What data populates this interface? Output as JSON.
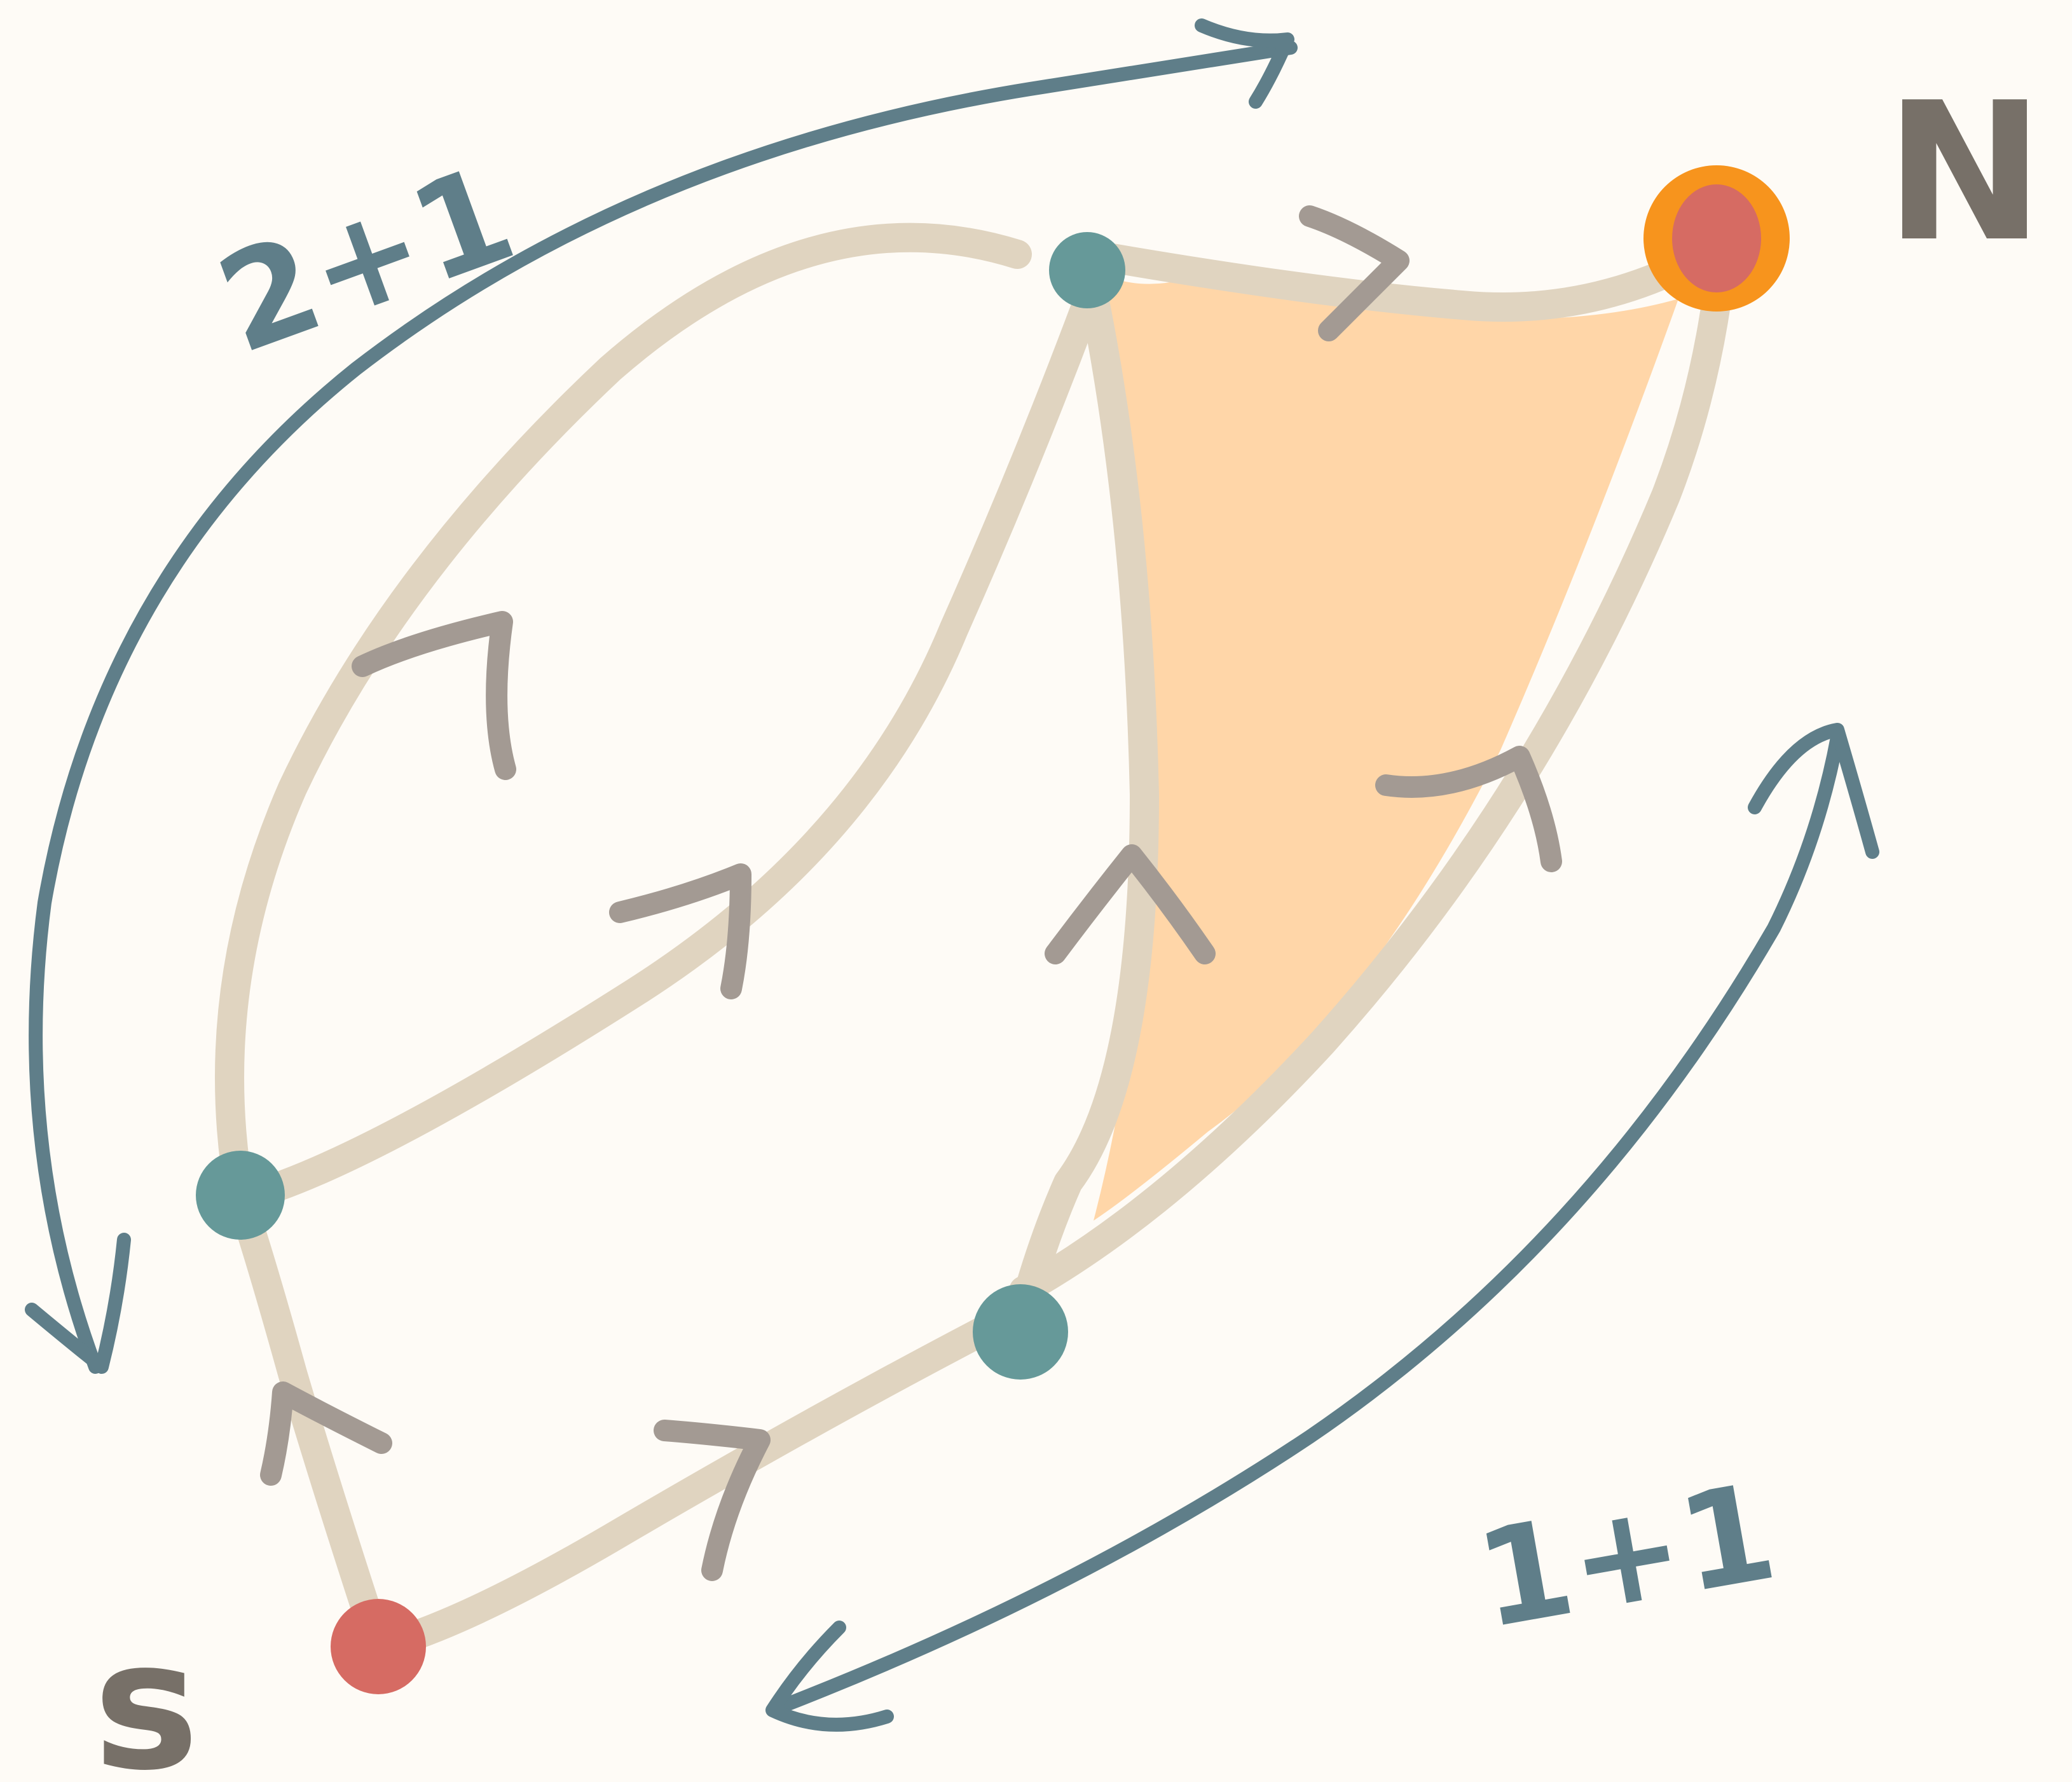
{
  "diagram": {
    "source_label": "s",
    "target_label": "N",
    "cut_count_top": "2+1",
    "cut_count_bottom": "1+1"
  },
  "colors": {
    "background": "#FEFBF6",
    "edge": "#E0D4C0",
    "arrowhead": "#A39A93",
    "inner_node": "#669999",
    "source_node": "#D66B63",
    "target_node_fill": "#D66B63",
    "target_node_ring": "#F7941D",
    "shaded_region": "#FFD6A8",
    "annotation": "#5F7E89",
    "label_text": "#777068"
  },
  "icons": {
    "edge_direction": "chevron-arrowhead",
    "measurement": "double-headed-arrow"
  }
}
